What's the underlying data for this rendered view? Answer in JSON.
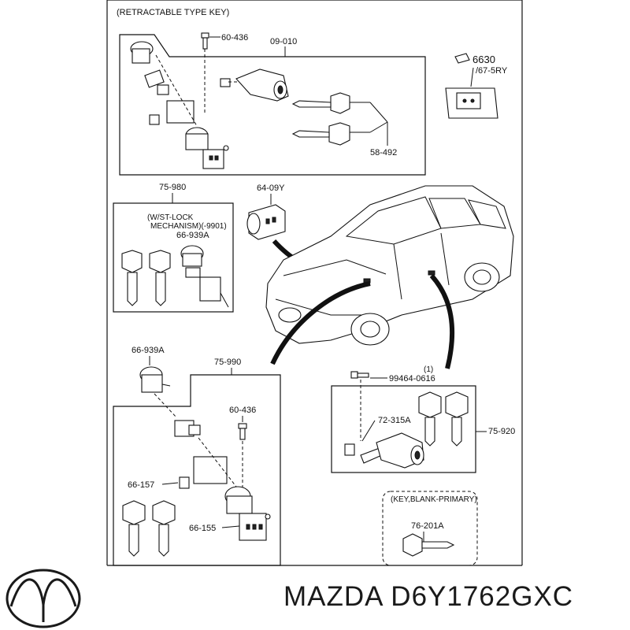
{
  "header": {
    "top_label": "(RETRACTABLE TYPE KEY)"
  },
  "top_group": {
    "part_60436": "60-436",
    "part_09010": "09-010",
    "part_58492": "58-492",
    "part_6630": "6630",
    "part_67_5ry": "/67-5RY"
  },
  "mid_left": {
    "part_75980": "75-980",
    "note_line1": "(W/ST-LOCK",
    "note_line2": "MECHANISM)(-9901)",
    "part_66939a": "66-939A"
  },
  "mid_center": {
    "part_6409y": "64-09Y"
  },
  "bottom_left": {
    "part_66939a": "66-939A",
    "part_75990": "75-990",
    "part_60436": "60-436",
    "part_66157": "66-157",
    "part_66155": "66-155"
  },
  "bottom_right": {
    "part_99464_0616": "99464-0616",
    "qty": "(1)",
    "part_72315a": "72-315A",
    "part_75920": "75-920",
    "blank_note": "(KEY,BLANK-PRIMARY)",
    "part_76201a": "76-201A"
  },
  "footer": {
    "brand_part": "MAZDA D6Y1762GXC",
    "logo": "mazda-logo"
  }
}
